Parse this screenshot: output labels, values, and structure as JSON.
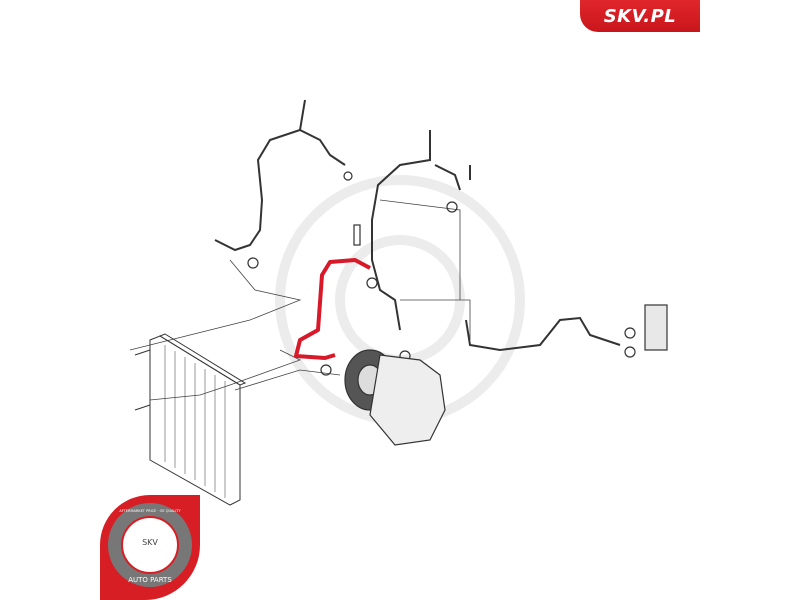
{
  "brand": {
    "logo_text": "SKV.PL",
    "color": "#d71e24"
  },
  "badge": {
    "ring_text": "AFTERMARKET PRICE · OE QUALITY",
    "center_text": "SKV",
    "bottom_text": "AUTO PARTS"
  },
  "diagram": {
    "highlight_color": "#d7192a",
    "highlighted_part": "red-ac-hose",
    "line_color": "#333333"
  }
}
